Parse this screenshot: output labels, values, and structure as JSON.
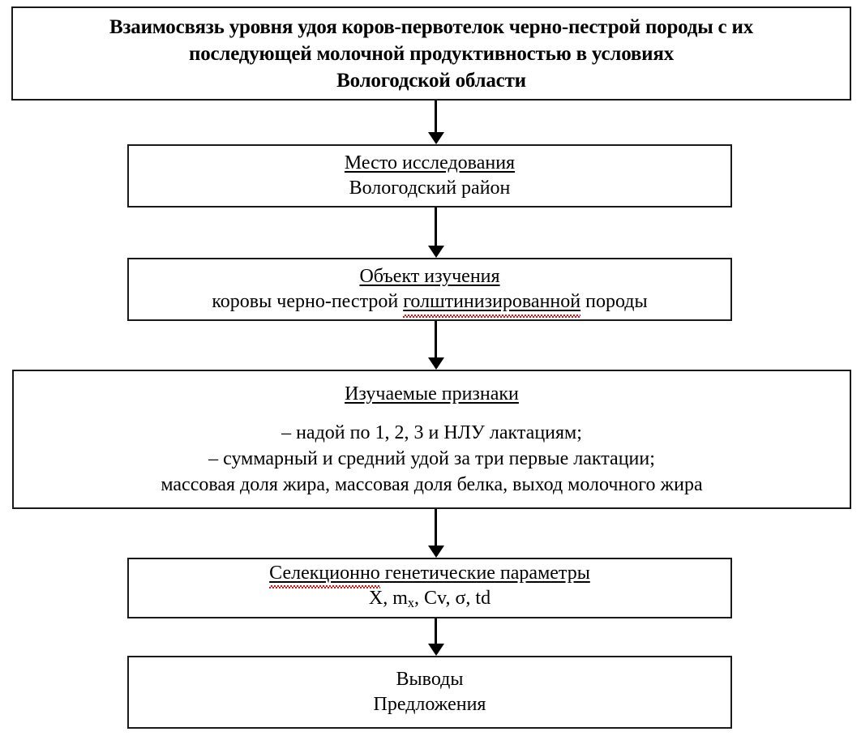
{
  "diagram": {
    "title": "Взаимосвязь уровня удоя коров-первотелок черно-пестрой породы с их последующей молочной продуктивностью в условиях Вологодской области",
    "title_lines": [
      "Взаимосвязь уровня удоя коров-первотелок черно-пестрой породы с их",
      "последующей молочной продуктивностью в условиях",
      "Вологодской области"
    ],
    "colors": {
      "box_border": "#1a1a1a",
      "text": "#000000",
      "background": "#ffffff",
      "spellcheck_underline": "#d81212",
      "arrow": "#000000"
    },
    "nodes": [
      {
        "id": "place",
        "heading": "Место исследования",
        "lines": [
          "Вологодский район"
        ]
      },
      {
        "id": "object",
        "heading": "Объект изучения",
        "line_prefix": "коровы черно-пестрой ",
        "line_misspelled": "голштинизированной",
        "line_suffix": " породы"
      },
      {
        "id": "traits",
        "heading": "Изучаемые признаки",
        "lines": [
          "– надой по 1, 2, 3 и НЛУ лактациям;",
          "– суммарный и средний удой за три первые лактации;",
          "массовая доля жира, массовая доля белка, выход молочного жира"
        ]
      },
      {
        "id": "params",
        "heading_misspelled": "Селекционно",
        "heading_rest": " генетические параметры",
        "formula_before": "X, m",
        "formula_sub": "x",
        "formula_after": ", Cv, σ, td"
      },
      {
        "id": "conclusions",
        "lines": [
          "Выводы",
          "Предложения"
        ]
      }
    ],
    "connectors": [
      {
        "from": "title",
        "to": "place"
      },
      {
        "from": "place",
        "to": "object"
      },
      {
        "from": "object",
        "to": "traits"
      },
      {
        "from": "traits",
        "to": "params"
      },
      {
        "from": "params",
        "to": "conclusions"
      }
    ]
  }
}
